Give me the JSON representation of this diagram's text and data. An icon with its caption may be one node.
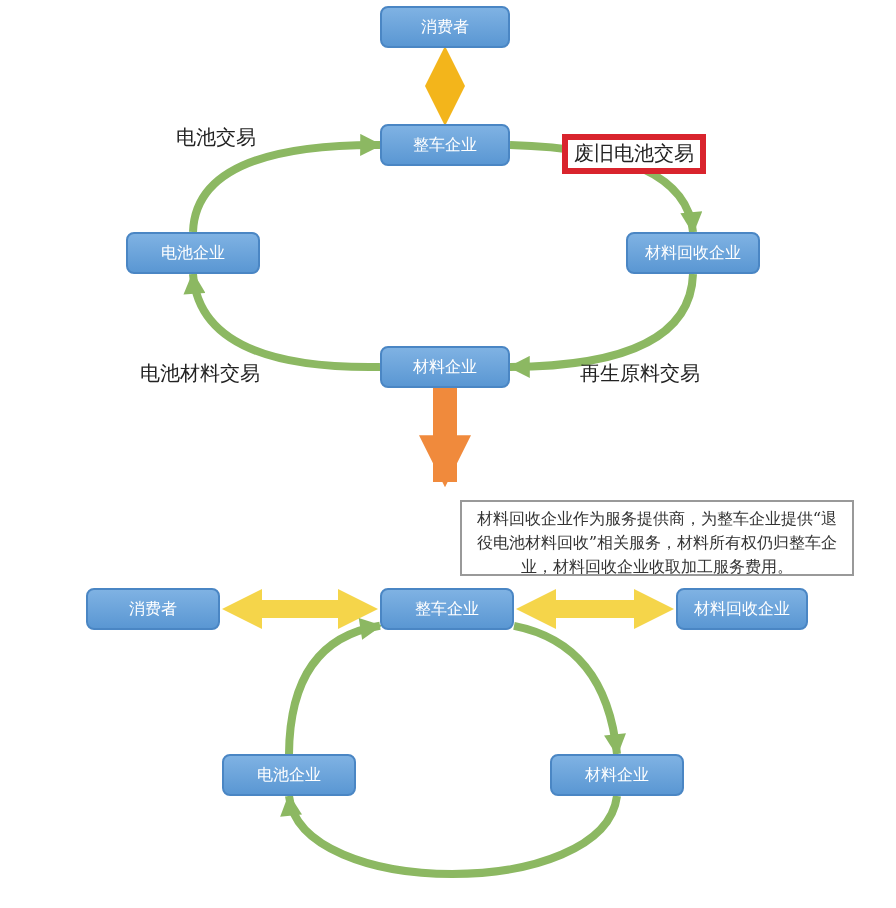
{
  "diagram": {
    "nodes": [
      {
        "text": [
          "消费者"
        ]
      },
      {
        "text": [
          "整车企业"
        ]
      },
      {
        "text": [
          "电池企业"
        ]
      },
      {
        "text": [
          "材料回收企业"
        ]
      },
      {
        "text": [
          "材料企业"
        ]
      },
      {
        "text": [
          "材料回收企业作为服务提供商，为整车企业提供“退役电池材料回收”相关服务，材料所有权仍归整车企业，材料回收企业收取加工服务费用。"
        ]
      },
      {
        "text": [
          "消费者"
        ]
      },
      {
        "text": [
          "整车企业"
        ]
      },
      {
        "text": [
          "材料回收企业"
        ]
      },
      {
        "text": [
          "电池企业"
        ]
      },
      {
        "text": [
          "材料企业"
        ]
      }
    ],
    "edges": [
      {
        "from": 0,
        "to": 1,
        "arrow": "both",
        "style": "thick",
        "color": "#f3b51b"
      },
      {
        "from": 2,
        "to": 1,
        "arrow": "to",
        "label": "电池交易"
      },
      {
        "from": 1,
        "to": 3,
        "arrow": "to",
        "label": "废旧电池交易"
      },
      {
        "from": 3,
        "to": 4,
        "arrow": "to",
        "label": "再生原料交易"
      },
      {
        "from": 4,
        "to": 2,
        "arrow": "to",
        "label": "电池材料交易"
      },
      {
        "from": 6,
        "to": 7,
        "arrow": "both",
        "style": "thick",
        "color": "#f5d54a"
      },
      {
        "from": 7,
        "to": 8,
        "arrow": "both",
        "style": "thick",
        "color": "#f5d54a"
      },
      {
        "from": 9,
        "to": 7,
        "arrow": "to"
      },
      {
        "from": 7,
        "to": 10,
        "arrow": "to"
      },
      {
        "from": 10,
        "to": 9,
        "arrow": "to"
      },
      {
        "from": 4,
        "to": null,
        "arrow": "to",
        "style": "thick",
        "color": "#f08a3c"
      }
    ]
  }
}
